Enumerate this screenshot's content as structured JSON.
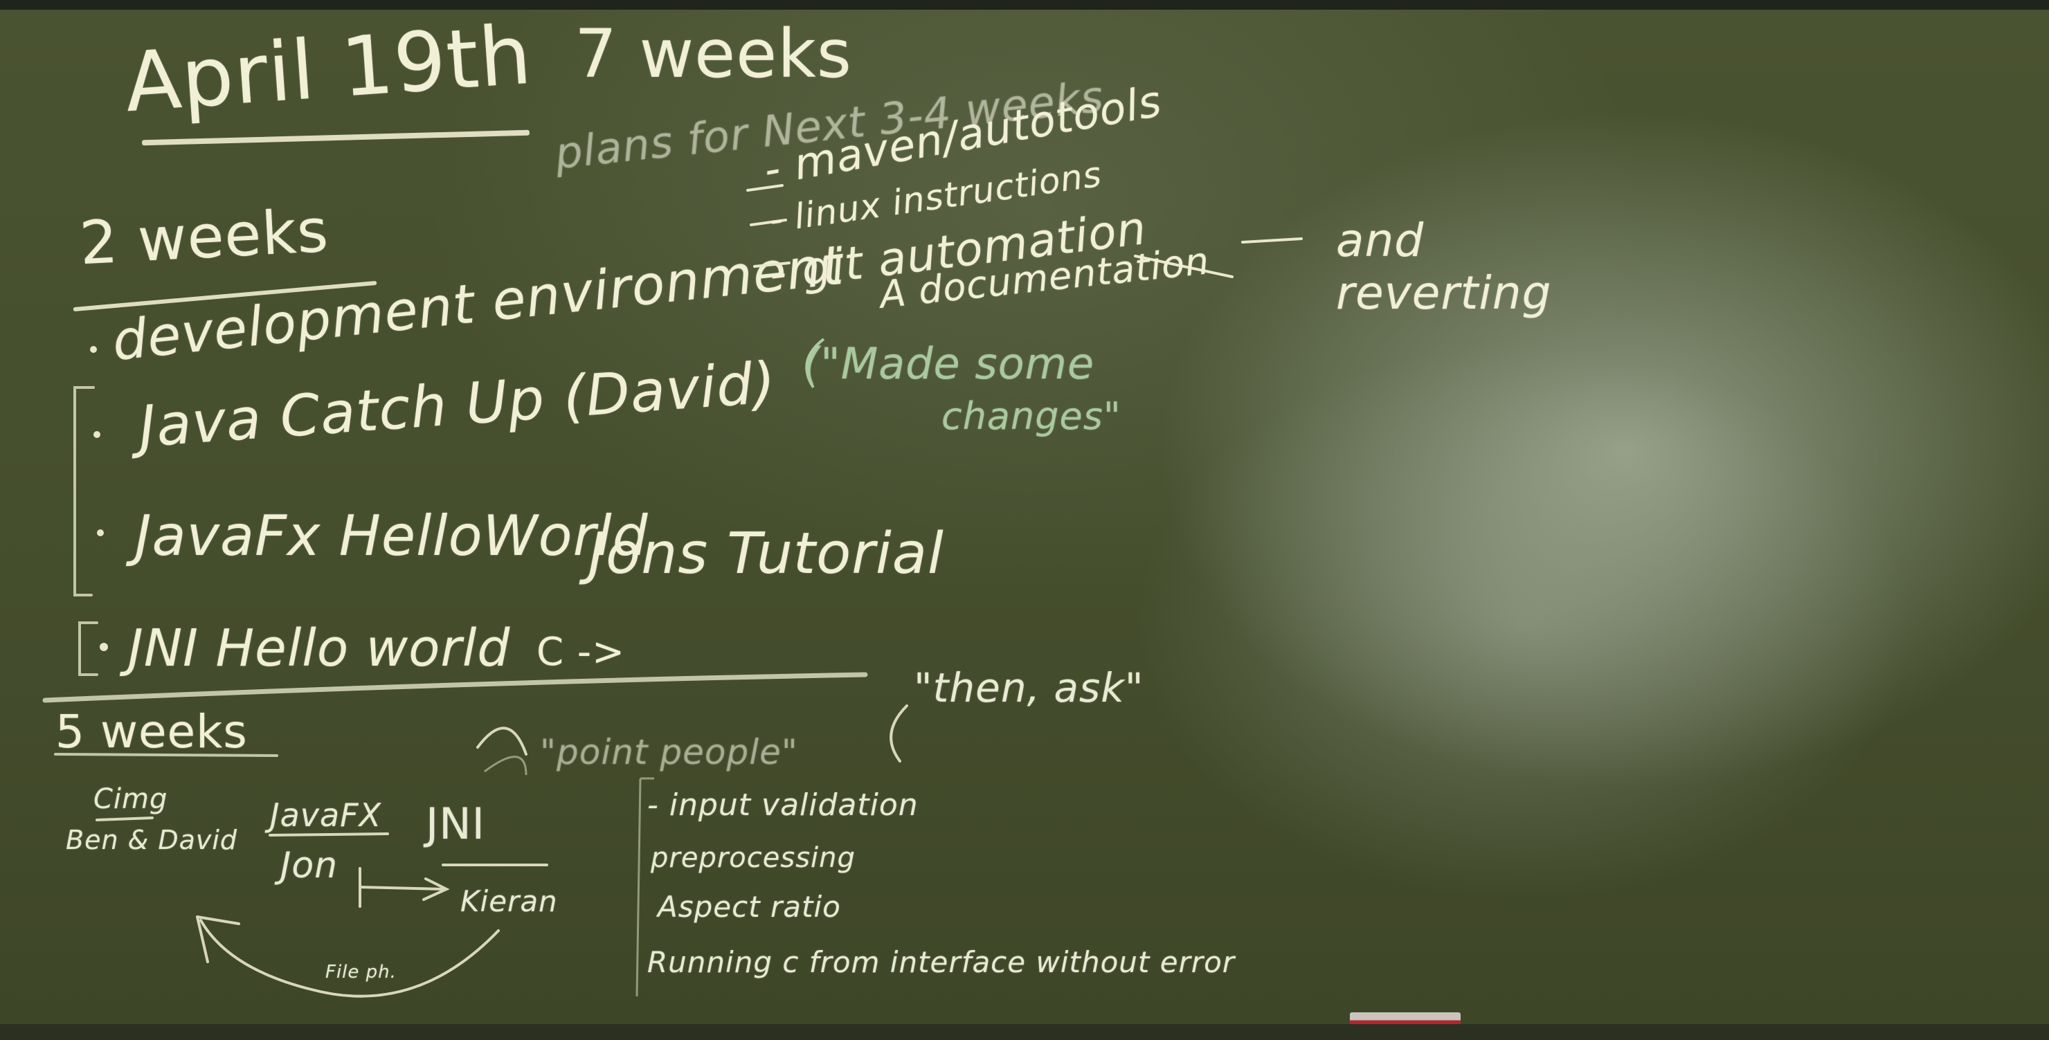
{
  "board": {
    "date": "April 19th",
    "total": "7 weeks",
    "plans_heading": "plans for Next 3-4 weeks"
  },
  "phase1": {
    "heading": "2 weeks",
    "items": [
      "development environment",
      "Java Catch Up (David)",
      "JavaFx HelloWorld",
      "JNI Hello world"
    ],
    "javafx_note": "Jons Tutorial",
    "jni_note": "C ->"
  },
  "dev_env_notes": {
    "items": [
      "- maven/autotools",
      "- linux instructions",
      "- git automation",
      "A documentation"
    ],
    "reverting": "and reverting",
    "commit_quote_1": "(\"Made some",
    "commit_quote_2": "changes\""
  },
  "phase2": {
    "heading": "5 weeks",
    "then_ask": "\"then, ask\"",
    "point_people": "\"point people\"",
    "roles": {
      "cimg": "Cimg",
      "ben_david": "Ben & David",
      "javafx": "JavaFX",
      "jon": "Jon",
      "jni": "JNI",
      "kieran": "Kieran",
      "filepath": "File ph."
    },
    "tasks": [
      "- input validation",
      "preprocessing",
      "Aspect ratio",
      "Running c from interface without error"
    ]
  },
  "colors": {
    "board": "#454e2d",
    "chalk": "#f1efd6",
    "green_chalk": "#a9c9a0",
    "eraser_red": "#b3262d"
  }
}
